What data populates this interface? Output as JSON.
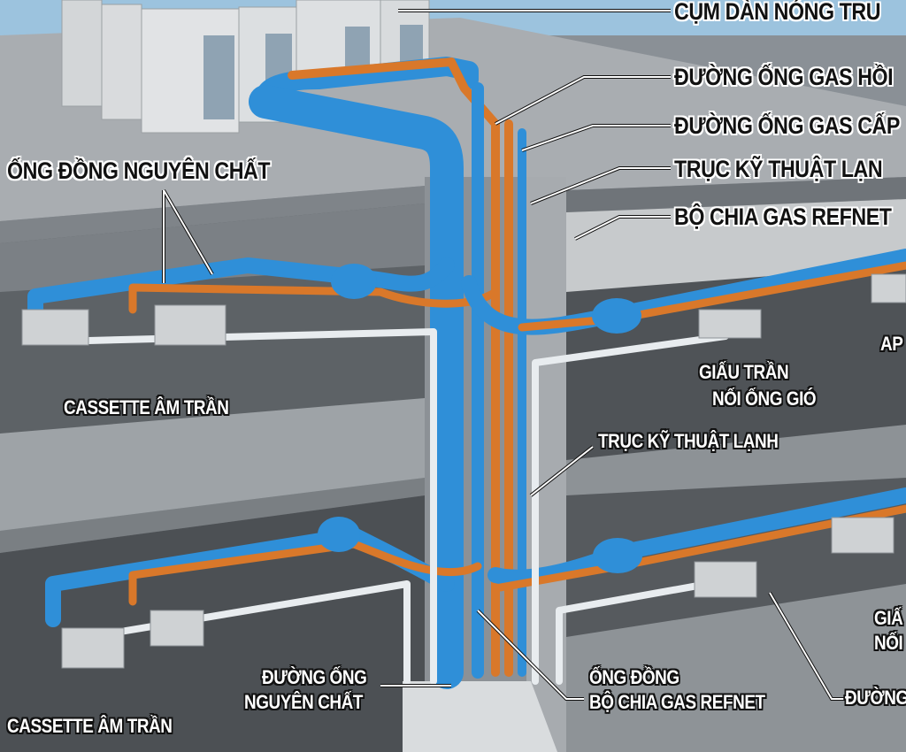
{
  "title": "Sơ đồ hệ thống điều hòa trung tâm VRV",
  "colors": {
    "gas_return_pipe": "#2f8fd8",
    "gas_supply_pipe": "#d9782a",
    "drain_pipe": "#e8ecef",
    "concrete": "#9aa0a5",
    "sky": "#9cc3de"
  },
  "labels": {
    "outdoor_unit_cluster": "CỤM DÀN NÓNG TRU",
    "gas_return_line": "ĐƯỜNG ỐNG GAS HỒI",
    "gas_supply_line": "ĐƯỜNG ỐNG GAS CẤP",
    "refrigeration_shaft_top": "TRỤC KỸ THUẬT LẠN",
    "refnet_joint": "BỘ CHIA GAS REFNET",
    "pure_copper_pipe": "ỐNG ĐỒNG NGUYÊN CHẤT",
    "ceiling_concealed_ducted_1": "GIẤU TRẦN",
    "ceiling_concealed_ducted_2": "NỐI ỐNG GIÓ",
    "ap_partial": "AP",
    "cassette_upper": "CASSETTE ÂM TRẦN",
    "refrigeration_shaft_mid": "TRỤC KỸ THUẬT LẠNH",
    "cassette_lower": "CASSETTE ÂM TRẦN",
    "pure_pipe_line_1": "ĐƯỜNG ỐNG",
    "pure_pipe_line_2": "NGUYÊN CHẤT",
    "copper_refnet_1": "ỐNG ĐỒNG",
    "copper_refnet_2": "BỘ CHIA GAS REFNET",
    "ducted_lower_1": "GIẤ",
    "ducted_lower_2": "NỐI",
    "drain_line_partial": "ĐƯỜNG"
  }
}
